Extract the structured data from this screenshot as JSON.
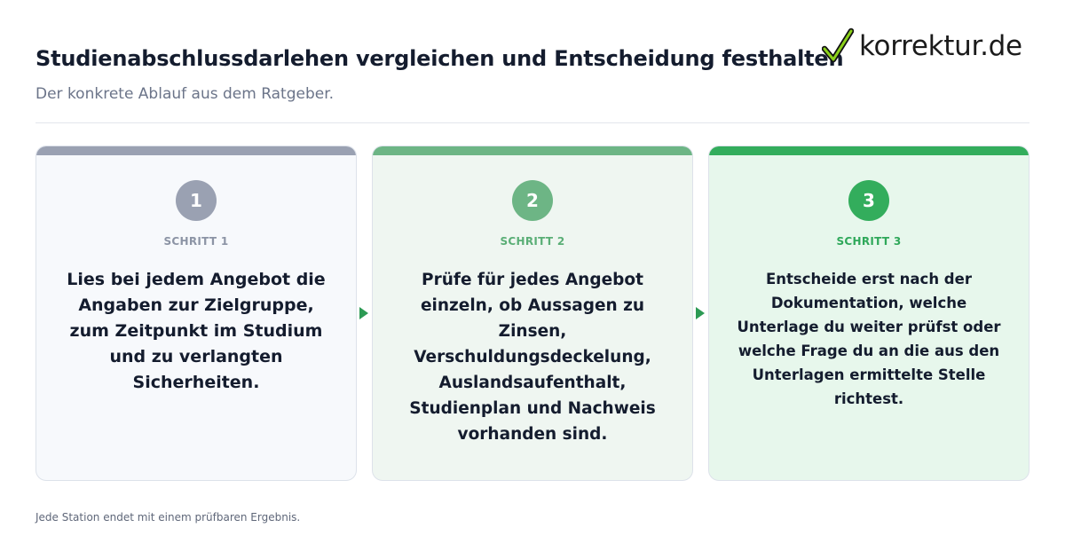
{
  "header": {
    "title": "Studienabschlussdarlehen vergleichen und Entscheidung festhalten",
    "subtitle": "Der konkrete Ablauf aus dem Ratgeber."
  },
  "logo": {
    "text": "korrektur.de",
    "icon": "checkmark-icon"
  },
  "steps": [
    {
      "number": "1",
      "label": "SCHRITT 1",
      "text": "Lies bei jedem Angebot die Angaben zur Zielgruppe, zum Zeitpunkt im Studium und zu verlangten Sicherheiten.",
      "color": "#9aa1b2"
    },
    {
      "number": "2",
      "label": "SCHRITT 2",
      "text": "Prüfe für jedes Angebot einzeln, ob Aussagen zu Zinsen, Verschuldungsdeckelung, Auslandsaufenthalt, Studienplan und Nachweis vorhanden sind.",
      "color": "#6db585"
    },
    {
      "number": "3",
      "label": "SCHRITT 3",
      "text": "Entscheide erst nach der Dokumentation, welche Unterlage du weiter prüfst oder welche Frage du an die aus den Unterlagen ermittelte Stelle richtest.",
      "color": "#33ad5c"
    }
  ],
  "footnote": "Jede Station endet mit einem prüfbaren Ergebnis."
}
